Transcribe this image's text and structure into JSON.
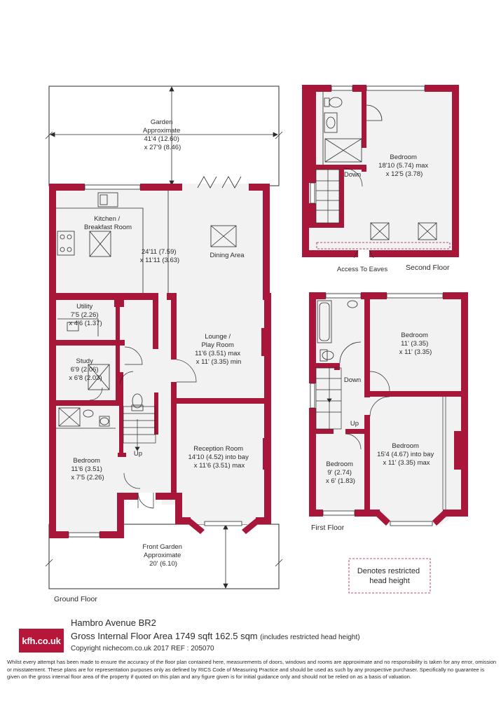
{
  "floors": {
    "ground": "Ground Floor",
    "first": "First Floor",
    "second": "Second Floor"
  },
  "rooms": {
    "garden": [
      "Garden",
      "Approximate",
      "41'4 (12.60)",
      "x 27'9 (8.46)"
    ],
    "kitchen_name": [
      "Kitchen /",
      "Breakfast Room"
    ],
    "kitchen_dims": [
      "24'11 (7.59)",
      "x 11'11 (3.63)"
    ],
    "dining": [
      "Dining Area"
    ],
    "utility": [
      "Utility",
      "7'5 (2.26)",
      "x 4'6 (1.37)"
    ],
    "study": [
      "Study",
      "6'9 (2.06)",
      "x 6'8 (2.03)"
    ],
    "lounge": [
      "Lounge /",
      "Play Room",
      "11'6 (3.51) max",
      "x 11' (3.35) min"
    ],
    "ground_bedroom": [
      "Bedroom",
      "11'6 (3.51)",
      "x 7'5 (2.26)"
    ],
    "reception": [
      "Reception Room",
      "14'10 (4.52) into bay",
      "x 11'6 (3.51) max"
    ],
    "front_garden": [
      "Front Garden",
      "Approximate",
      "20' (6.10)"
    ],
    "second_bedroom": [
      "Bedroom",
      "18'10 (5.74) max",
      "x 12'5 (3.78)"
    ],
    "first_bedroom_rear": [
      "Bedroom",
      "11' (3.35)",
      "x 11' (3.35)"
    ],
    "first_bedroom_front": [
      "Bedroom",
      "15'4 (4.67) into bay",
      "x 11' (3.35) max"
    ],
    "first_bedroom_small": [
      "Bedroom",
      "9' (2.74)",
      "x 6' (1.83)"
    ]
  },
  "stairs": {
    "up": "Up",
    "down": "Down"
  },
  "access_eaves": "Access To Eaves",
  "legend": [
    "Denotes restricted",
    "head height"
  ],
  "footer": {
    "logo": "kfh.co.uk",
    "address": "Hambro Avenue  BR2",
    "area": "Gross Internal Floor Area 1749 sqft 162.5 sqm",
    "area_note": "(includes restricted head height)",
    "copyright": "Copyright nichecom.co.uk 2017 REF : 205070",
    "disclaimer": "Whilst every attempt has been made to ensure the accuracy of the floor plan contained here, measurements of doors, windows and rooms are approximate and no responsibility is taken for any error, omission or misstatement. These plans are for representation purposes only as defined by RICS Code of Measuring Practice and should be used as such by any prospective purchaser. Specifically no guarantee is given on the gross internal floor area of the property if quoted on this plan and any figure given is for initial guidance only and should not be relied on as a basis of valuation."
  },
  "colors": {
    "wall": "#a8163a",
    "floor": "#f2f2f2",
    "line": "#2b2b2b"
  }
}
